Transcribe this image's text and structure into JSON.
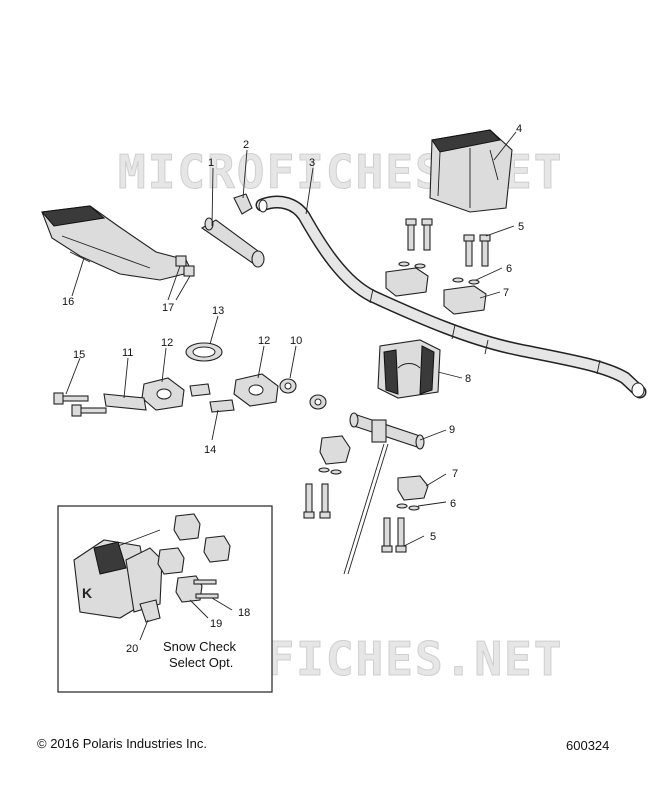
{
  "watermark": "MICROFICHES.NET",
  "callouts": {
    "c1": "1",
    "c2": "2",
    "c3": "3",
    "c4": "4",
    "c5a": "5",
    "c5b": "5",
    "c6a": "6",
    "c6b": "6",
    "c7a": "7",
    "c7b": "7",
    "c8": "8",
    "c9": "9",
    "c10": "10",
    "c11": "11",
    "c12a": "12",
    "c12b": "12",
    "c13": "13",
    "c14": "14",
    "c15": "15",
    "c16": "16",
    "c17": "17",
    "c18": "18",
    "c19": "19",
    "c20": "20"
  },
  "inset": {
    "label_line1": "Snow Check",
    "label_line2": "Select Opt."
  },
  "footer": {
    "copyright": "© 2016 Polaris Industries Inc.",
    "diagram_id": "600324"
  }
}
